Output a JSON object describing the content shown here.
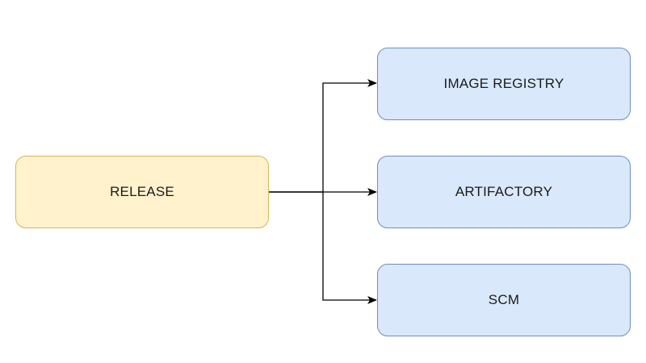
{
  "diagram": {
    "source": {
      "label": "RELEASE"
    },
    "targets": [
      {
        "label": "IMAGE REGISTRY"
      },
      {
        "label": "ARTIFACTORY"
      },
      {
        "label": "SCM"
      }
    ],
    "colors": {
      "source_fill": "#fff2cc",
      "source_stroke": "#d6b656",
      "target_fill": "#dae8fc",
      "target_stroke": "#6c8ebf",
      "connector": "#000000"
    }
  }
}
